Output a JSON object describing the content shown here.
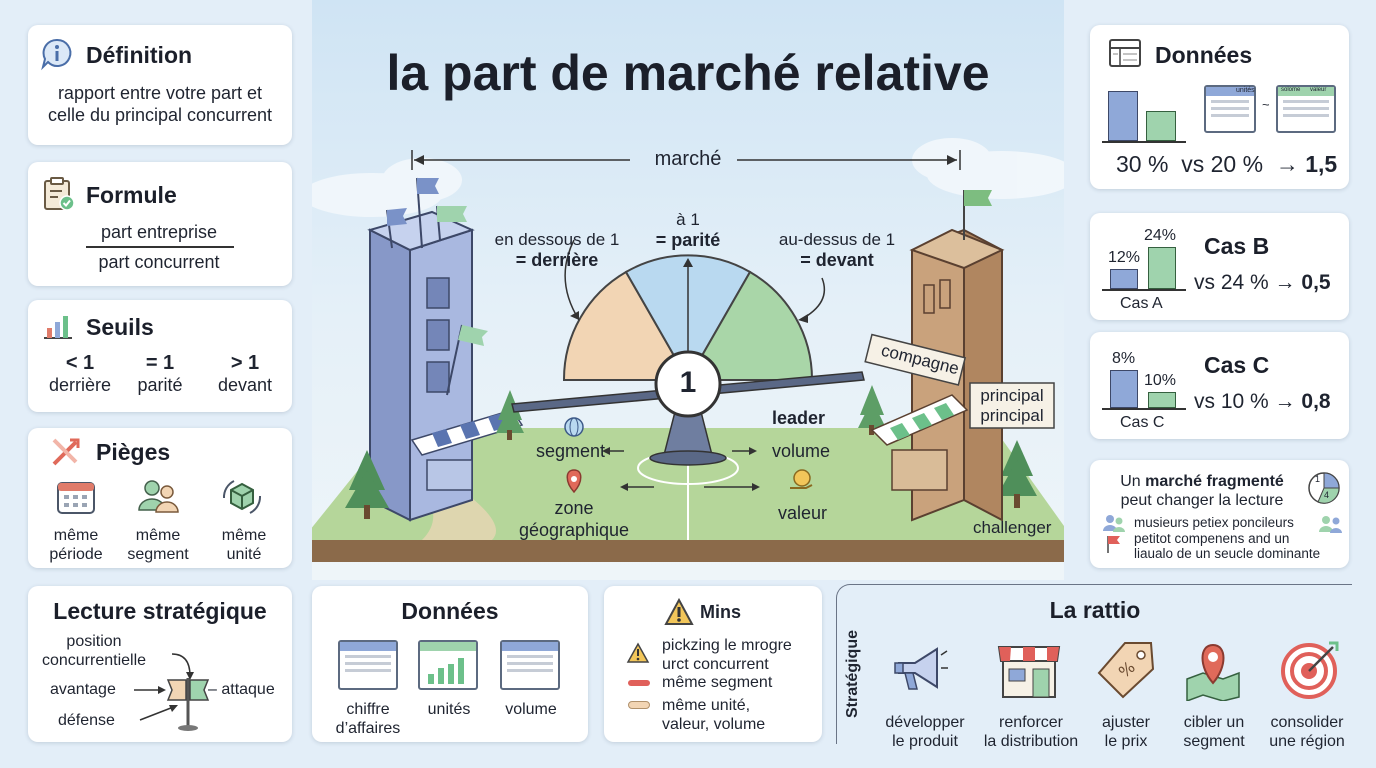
{
  "title": "la part de marché relative",
  "definition": {
    "icon": "info-icon",
    "title": "Définition",
    "line1": "rapport entre votre part et",
    "line2": "celle du principal concurrent"
  },
  "formula": {
    "icon": "clipboard-check-icon",
    "title": "Formule",
    "numerator": "part entreprise",
    "denominator": "part concurrent"
  },
  "thresholds": {
    "icon": "bar-chart-icon",
    "title": "Seuils",
    "items": [
      {
        "symbol": "< 1",
        "label": "derrière"
      },
      {
        "symbol": "= 1",
        "label": "parité"
      },
      {
        "symbol": "> 1",
        "label": "devant"
      }
    ]
  },
  "pitfalls": {
    "icon": "crossed-arrows-icon",
    "title": "Pièges",
    "items": [
      {
        "icon": "calendar-icon",
        "line1": "même",
        "line2": "période"
      },
      {
        "icon": "users-icon",
        "line1": "même",
        "line2": "segment"
      },
      {
        "icon": "cube-cycle-icon",
        "line1": "même",
        "line2": "unité"
      }
    ]
  },
  "scene": {
    "market_label": "marché",
    "below": {
      "line1": "en dessous de 1",
      "line2": "= derrière"
    },
    "equal": {
      "line1": "à 1",
      "line2": "= parité"
    },
    "above": {
      "line1": "au-dessus de 1",
      "line2": "= devant"
    },
    "gauge_value": "1",
    "leader": "leader",
    "segment": "segment",
    "volume": "volume",
    "zone_line1": "zone",
    "zone_line2": "géographique",
    "value": "valeur",
    "challenger": "challenger",
    "company_sign": "compagne",
    "principal_sign_line1": "principal",
    "principal_sign_line2": "principal"
  },
  "data_top": {
    "icon": "table-icon",
    "title": "Données",
    "table1_header": "unités",
    "table2_header1": "solome",
    "table2_header2": "valeur",
    "tilde": "~",
    "equation_a": "30 %",
    "equation_vs": "vs 20 %",
    "equation_arrow": "→",
    "equation_result": "1,5"
  },
  "case_b": {
    "title": "Cas B",
    "bar1_value": "12%",
    "bar2_value": "24%",
    "bar_caption": "Cas A",
    "equation": "vs 24 % →",
    "result": "0,5"
  },
  "case_c": {
    "title": "Cas C",
    "bar1_value": "8%",
    "bar2_value": "10%",
    "bar_caption": "Cas C",
    "equation": "vs 10 % →",
    "result": "0,8"
  },
  "fragmented": {
    "line1_pre": "Un ",
    "line1_bold": "marché fragmenté",
    "line2": "peut changer la lecture",
    "pie_labels": [
      "1",
      "4"
    ],
    "text1": "musieurs petiex poncileurs",
    "text2": "petitot compenens and un",
    "text3": "liaualo de un seucle dominante"
  },
  "strategic_reading": {
    "title": "Lecture stratégique",
    "position_line1": "position",
    "position_line2": "concurrentielle",
    "advantage": "avantage",
    "attack": "– attaque",
    "defense": "défense"
  },
  "data_bottom": {
    "title": "Données",
    "items": [
      "chiffre\nd’affaires",
      "unités",
      "volume"
    ],
    "item_line1": [
      "chiffre",
      "unités",
      "volume"
    ],
    "item_line2": [
      "d’affaires",
      "",
      ""
    ]
  },
  "mins": {
    "icon": "warning-icon",
    "title": "Mins",
    "item1_line1": "pickzing le mrogre",
    "item1_line2": "urct concurrent",
    "item2": "même segment",
    "item3_line1": "même unité,",
    "item3_line2": "valeur, volume"
  },
  "ratio": {
    "title": "La rattio",
    "side_label": "Stratégique",
    "items": [
      {
        "icon": "megaphone-icon",
        "line1": "développer",
        "line2": "le produit"
      },
      {
        "icon": "store-icon",
        "line1": "renforcer",
        "line2": "la distribution"
      },
      {
        "icon": "price-tag-icon",
        "line1": "ajuster",
        "line2": "le prix"
      },
      {
        "icon": "map-pin-icon",
        "line1": "cibler un",
        "line2": "segment"
      },
      {
        "icon": "target-icon",
        "line1": "consolider",
        "line2": "une région"
      }
    ]
  },
  "colors": {
    "blue": "#8fa8d8",
    "green": "#9fd3ad",
    "peach": "#f2d5b4",
    "lightblue": "#b9d9f0",
    "gauge_green": "#a9d6a8",
    "accent_red": "#e0605a"
  }
}
